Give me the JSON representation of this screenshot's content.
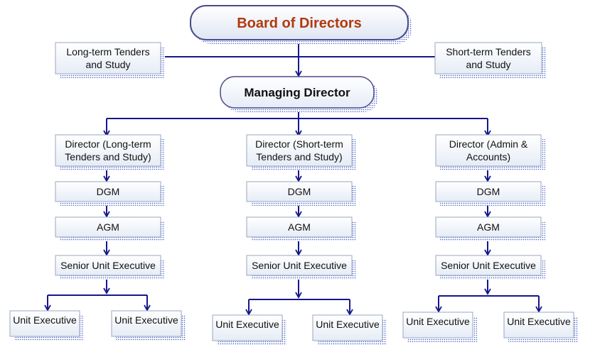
{
  "colors": {
    "line": "#17178c",
    "box_fill": "#f3f6fb",
    "box_fill_top": "#ffffff",
    "box_fill_bottom": "#e6ecf6",
    "box_border": "#9aa7bd",
    "shadow_dot": "#4a63c8",
    "board_text": "#b03a0e",
    "board_fill_top": "#ffffff",
    "board_fill_bottom": "#dfe6f2",
    "board_border": "#4a4a8c"
  },
  "org_chart": {
    "board": {
      "label": "Board of Directors"
    },
    "advisory": [
      {
        "label_line1": "Long-term Tenders",
        "label_line2": "and Study"
      },
      {
        "label_line1": "Short-term Tenders",
        "label_line2": "and Study"
      }
    ],
    "managing_director": {
      "label": "Managing Director"
    },
    "divisions": [
      {
        "director_line1": "Director (Long-term",
        "director_line2": "Tenders and Study)",
        "dgm": "DGM",
        "agm": "AGM",
        "senior": "Senior Unit Executive",
        "units": [
          "Unit Executive",
          "Unit Executive"
        ]
      },
      {
        "director_line1": "Director (Short-term",
        "director_line2": "Tenders and Study)",
        "dgm": "DGM",
        "agm": "AGM",
        "senior": "Senior Unit Executive",
        "units": [
          "Unit Executive",
          "Unit Executive"
        ]
      },
      {
        "director_line1": "Director (Admin &",
        "director_line2": "Accounts)",
        "dgm": "DGM",
        "agm": "AGM",
        "senior": "Senior Unit Executive",
        "units": [
          "Unit Executive",
          "Unit Executive"
        ]
      }
    ]
  }
}
